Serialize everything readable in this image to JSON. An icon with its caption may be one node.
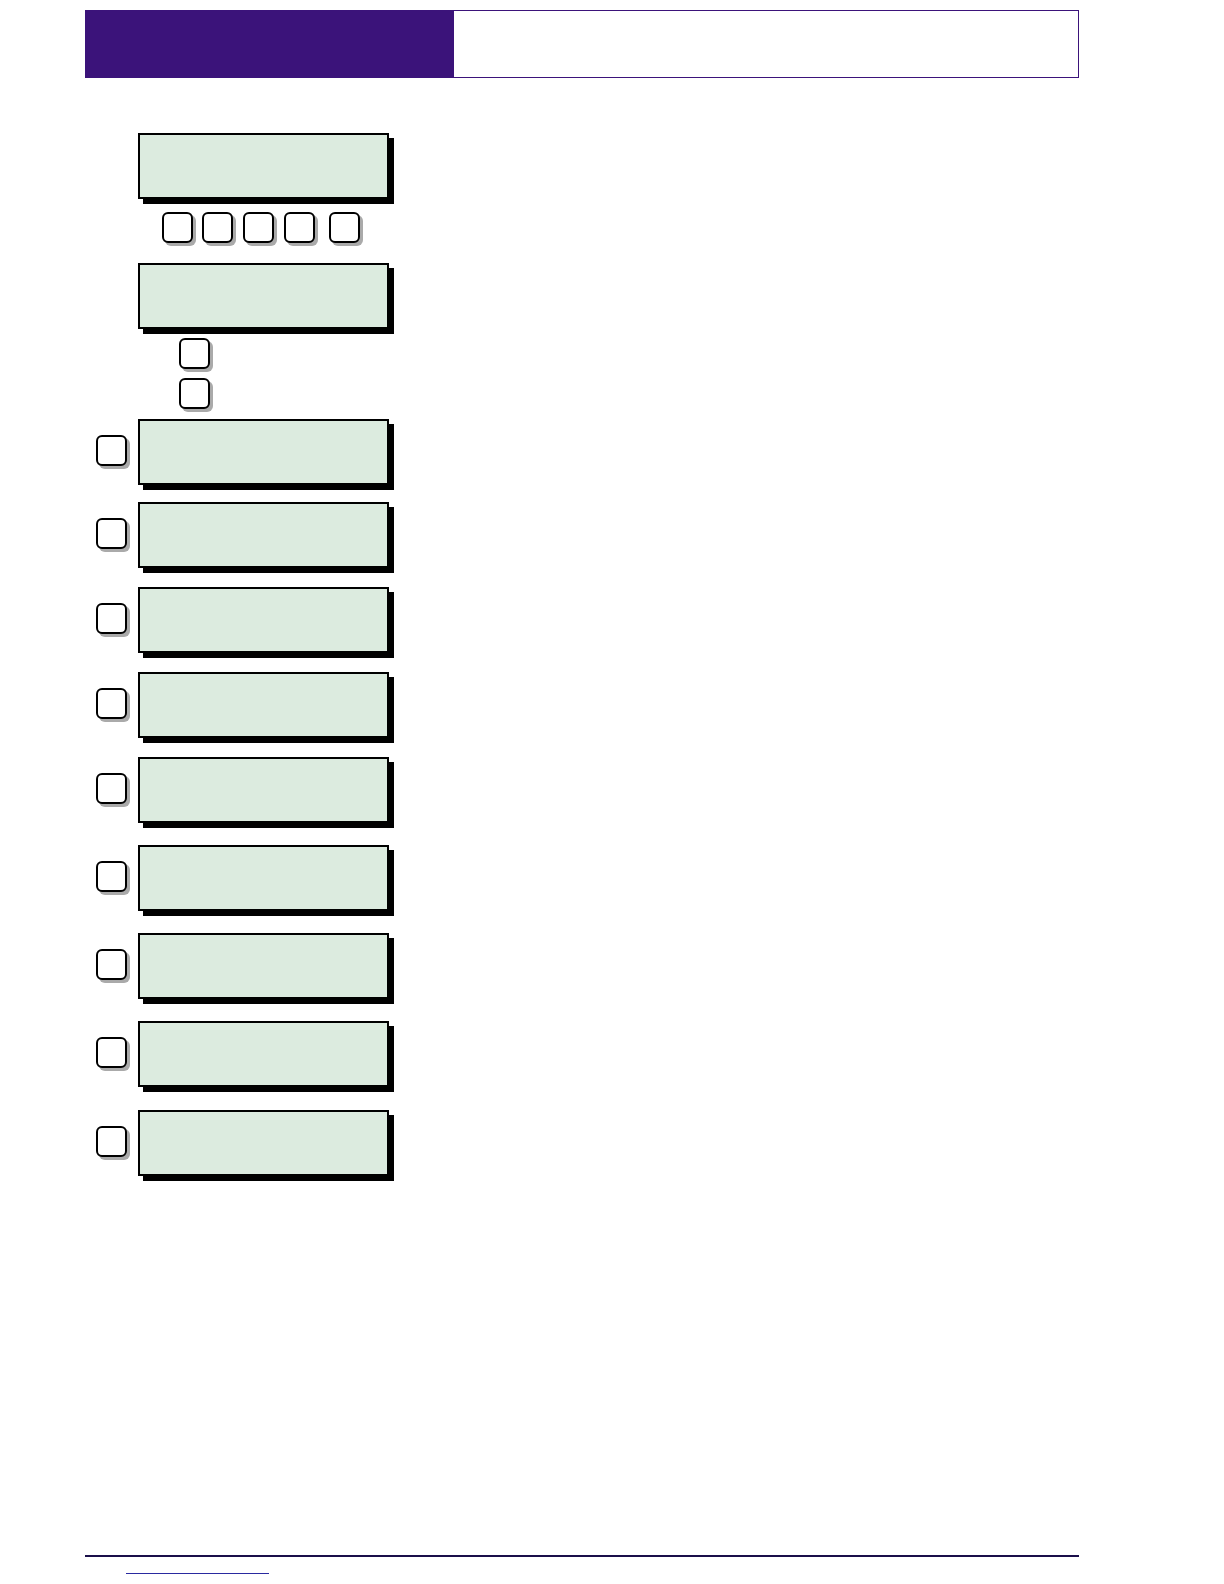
{
  "diagram": {
    "nodes": [
      {
        "text": [],
        "shape": "box"
      },
      {
        "text": [],
        "shape": "button"
      },
      {
        "text": [],
        "shape": "button"
      },
      {
        "text": [],
        "shape": "button"
      },
      {
        "text": [],
        "shape": "button"
      },
      {
        "text": [],
        "shape": "button"
      },
      {
        "text": [],
        "shape": "box"
      },
      {
        "text": [],
        "shape": "button"
      },
      {
        "text": [],
        "shape": "button"
      },
      {
        "text": [],
        "shape": "button"
      },
      {
        "text": [],
        "shape": "box"
      },
      {
        "text": [],
        "shape": "button"
      },
      {
        "text": [],
        "shape": "box"
      },
      {
        "text": [],
        "shape": "button"
      },
      {
        "text": [],
        "shape": "box"
      },
      {
        "text": [],
        "shape": "button"
      },
      {
        "text": [],
        "shape": "box"
      },
      {
        "text": [],
        "shape": "button"
      },
      {
        "text": [],
        "shape": "box"
      },
      {
        "text": [],
        "shape": "button"
      },
      {
        "text": [],
        "shape": "box"
      },
      {
        "text": [],
        "shape": "button"
      },
      {
        "text": [],
        "shape": "box"
      },
      {
        "text": [],
        "shape": "button"
      },
      {
        "text": [],
        "shape": "box"
      },
      {
        "text": [],
        "shape": "button"
      },
      {
        "text": [],
        "shape": "box"
      }
    ]
  }
}
